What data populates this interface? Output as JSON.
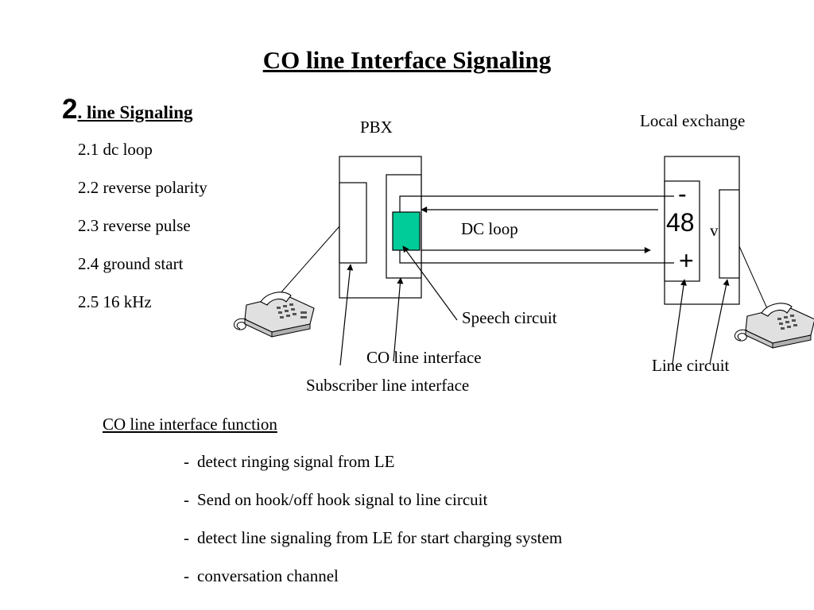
{
  "title": "CO line Interface Signaling",
  "section": {
    "number": "2",
    "heading": ". line Signaling",
    "items": [
      "2.1 dc loop",
      "2.2  reverse  polarity",
      "2.3  reverse pulse",
      "2.4  ground start",
      "2.5 16 kHz"
    ]
  },
  "diagram": {
    "pbx_label": "PBX",
    "local_exchange_label": "Local exchange",
    "dc_loop_label": "DC loop",
    "minus_sign": "-",
    "voltage_number": "48",
    "voltage_unit": "v",
    "plus_sign": "+",
    "speech_circuit_label": "Speech circuit",
    "co_line_interface_label": "CO line interface",
    "subscriber_line_interface_label": "Subscriber line interface",
    "line_circuit_label": "Line circuit",
    "speech_circuit_color": "#00cc99",
    "telephone_icon_left": "telephone-icon",
    "telephone_icon_right": "telephone-icon"
  },
  "functions": {
    "title": "CO line interface function",
    "dash": "-",
    "items": [
      "detect ringing signal from LE",
      "Send on hook/off hook signal to line circuit",
      "detect line signaling from LE for start charging system",
      "conversation channel"
    ]
  }
}
